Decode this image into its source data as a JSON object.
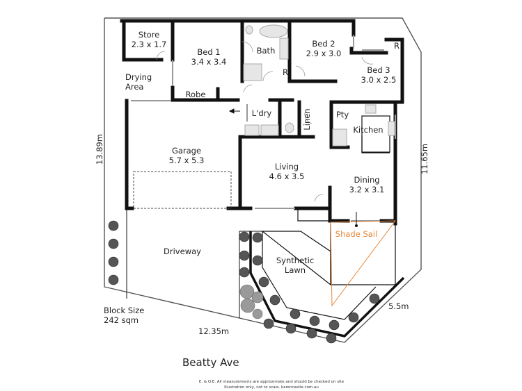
{
  "street": "Beatty Ave",
  "block": {
    "label": "Block Size",
    "value": "242 sqm"
  },
  "dimensions": {
    "left": "13.89m",
    "right": "11.65m",
    "bottom": "12.35m",
    "corner": "5.5m"
  },
  "rooms": [
    {
      "name": "Store",
      "size": "2.3 x 1.7"
    },
    {
      "name": "Bed 1",
      "size": "3.4 x 3.4"
    },
    {
      "name": "Bath",
      "size": ""
    },
    {
      "name": "Bed 2",
      "size": "2.9 x 3.0"
    },
    {
      "name": "Bed 3",
      "size": "3.0 x 2.5"
    },
    {
      "name": "Drying",
      "size": "Area"
    },
    {
      "name": "Robe",
      "size": ""
    },
    {
      "name": "L'dry",
      "size": ""
    },
    {
      "name": "Linen",
      "size": ""
    },
    {
      "name": "Pty",
      "size": ""
    },
    {
      "name": "Kitchen",
      "size": ""
    },
    {
      "name": "Garage",
      "size": "5.7 x 5.3"
    },
    {
      "name": "Living",
      "size": "4.6 x 3.5"
    },
    {
      "name": "Dining",
      "size": "3.2 x 3.1"
    },
    {
      "name": "Driveway",
      "size": ""
    },
    {
      "name": "Synthetic",
      "size": "Lawn"
    },
    {
      "name": "Shade Sail",
      "size": ""
    }
  ],
  "robes": [
    "R",
    "R",
    "R"
  ],
  "colors": {
    "wall": "#111111",
    "shade_sail": "#e8883a",
    "fixture": "#bdbdbd",
    "boundary": "#555555"
  },
  "disclaimer": {
    "line1": "E. & O.E. All measurements are approximate and should be checked on site",
    "line2": "Illustration only, not to scale.    karencastle.com.au"
  }
}
